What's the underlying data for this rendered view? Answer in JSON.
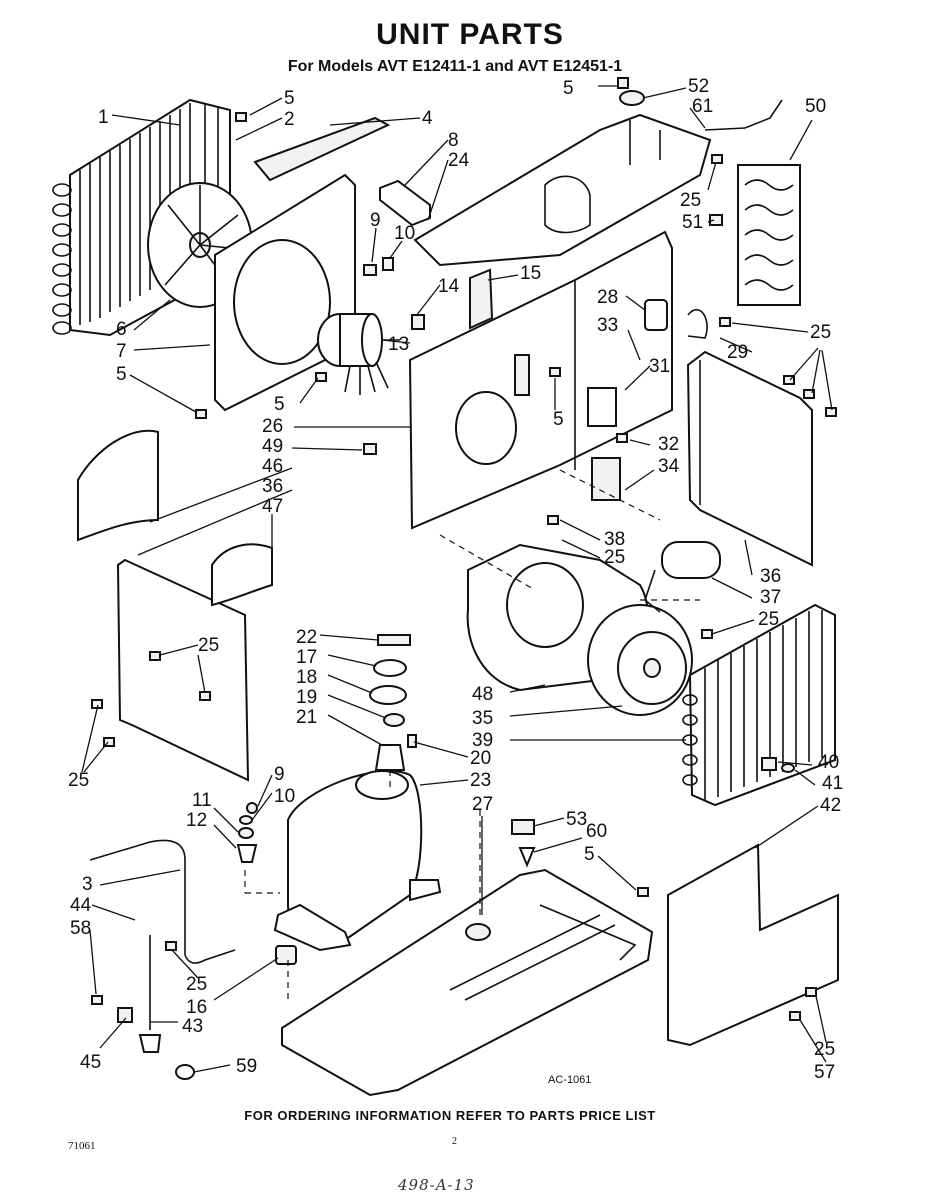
{
  "header": {
    "title": "UNIT PARTS",
    "subtitle": "For Models AVT E12411-1 and AVT E12451-1"
  },
  "callouts": [
    "1",
    "2",
    "3",
    "4",
    "5",
    "6",
    "7",
    "8",
    "9",
    "10",
    "11",
    "12",
    "13",
    "14",
    "15",
    "16",
    "17",
    "18",
    "19",
    "20",
    "21",
    "22",
    "23",
    "24",
    "25",
    "26",
    "27",
    "28",
    "29",
    "31",
    "32",
    "33",
    "34",
    "35",
    "36",
    "37",
    "38",
    "39",
    "40",
    "41",
    "42",
    "43",
    "44",
    "45",
    "46",
    "47",
    "48",
    "49",
    "50",
    "51",
    "52",
    "53",
    "57",
    "58",
    "59",
    "60",
    "61"
  ],
  "footer": {
    "ordering_note": "FOR ORDERING INFORMATION REFER TO PARTS PRICE LIST",
    "drawing_code": "AC-1061",
    "doc_number": "71061",
    "page_number": "2",
    "handwritten_note": "498-A-13"
  }
}
